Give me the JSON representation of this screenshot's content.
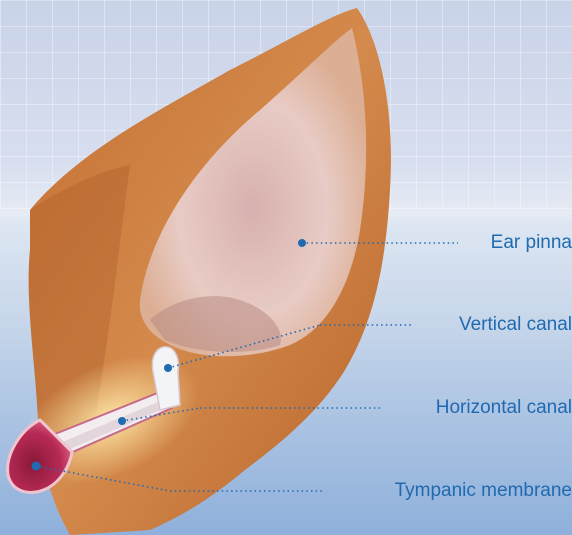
{
  "labels": {
    "ear_pinna": "Ear pinna",
    "vertical_canal": "Vertical canal",
    "horizontal_canal": "Horizontal canal",
    "tympanic_membrane": "Tympanic membrane"
  },
  "colors": {
    "label_text": "#1f6ab0",
    "leader_line": "#1f6ab0",
    "fur": "#c6783a",
    "inner_ear": "#e7c9c6",
    "canal": "#f4eef0",
    "tympanic": "#b0244c"
  }
}
